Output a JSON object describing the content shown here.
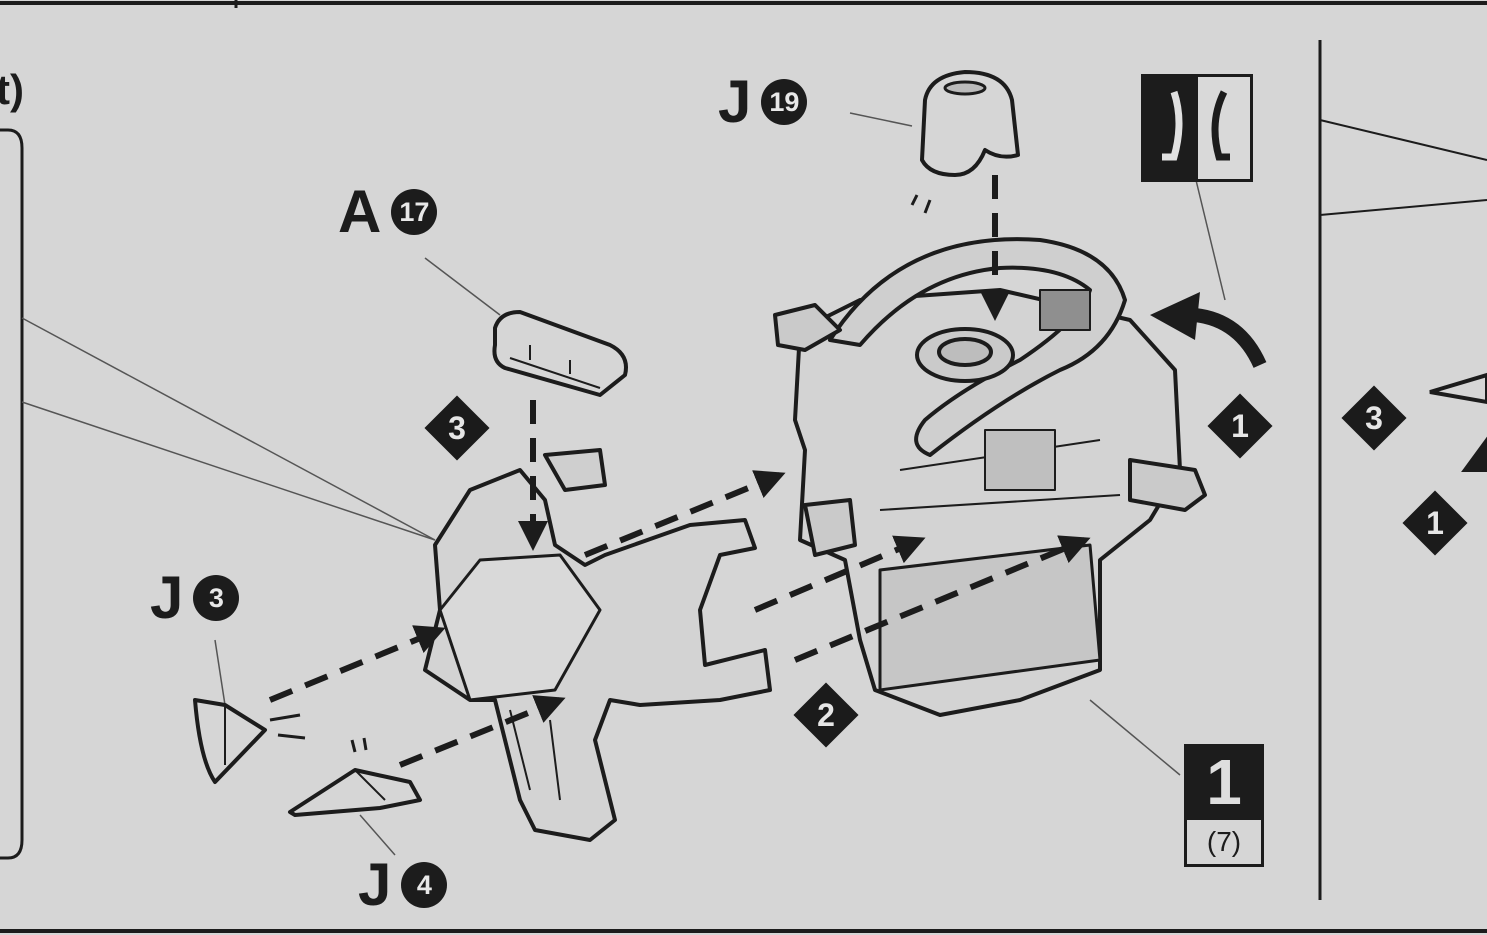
{
  "top_left_partial_text": "t)",
  "parts": {
    "j19": {
      "letter": "J",
      "number": "19"
    },
    "a17": {
      "letter": "A",
      "number": "17"
    },
    "j3": {
      "letter": "J",
      "number": "3"
    },
    "j4": {
      "letter": "J",
      "number": "4"
    }
  },
  "steps": {
    "s1": "1",
    "s2": "2",
    "s3": "3",
    "right_s3": "3",
    "right_s1": "1"
  },
  "reference": {
    "main": "1",
    "sub": "(7)"
  },
  "icons": {
    "rotate_symbol": "rotate-symbol-icon",
    "arrow": "curved-arrow-icon"
  },
  "colors": {
    "background": "#d6d6d6",
    "ink": "#1c1c1c"
  }
}
